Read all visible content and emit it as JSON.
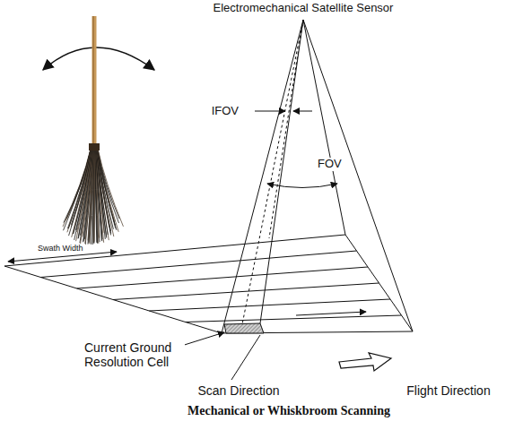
{
  "diagram": {
    "caption": "Mechanical or Whiskbroom Scanning",
    "labels": [
      "Electromechanical Satellite Sensor",
      "IFOV",
      "FOV",
      "Swath Width",
      "Current Ground Resolution Cell",
      "Scan Direction",
      "Flight Direction"
    ]
  }
}
